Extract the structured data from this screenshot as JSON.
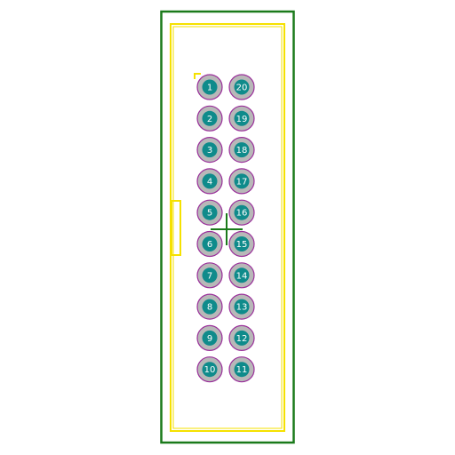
{
  "footprint": {
    "colors": {
      "background": "#ffffff",
      "courtyard": "#1a7a1a",
      "silkscreen": "#f5e100",
      "pad_ring": "#b8b8b8",
      "pad_outline": "#9a2f9a",
      "pad_drill": "#0f8b8b",
      "pad_label": "#ffffff",
      "origin_marker": "#1a7a1a"
    },
    "pins": [
      {
        "label": "1"
      },
      {
        "label": "20"
      },
      {
        "label": "2"
      },
      {
        "label": "19"
      },
      {
        "label": "3"
      },
      {
        "label": "18"
      },
      {
        "label": "4"
      },
      {
        "label": "17"
      },
      {
        "label": "5"
      },
      {
        "label": "16"
      },
      {
        "label": "6"
      },
      {
        "label": "15"
      },
      {
        "label": "7"
      },
      {
        "label": "14"
      },
      {
        "label": "8"
      },
      {
        "label": "13"
      },
      {
        "label": "9"
      },
      {
        "label": "12"
      },
      {
        "label": "10"
      },
      {
        "label": "11"
      }
    ]
  }
}
